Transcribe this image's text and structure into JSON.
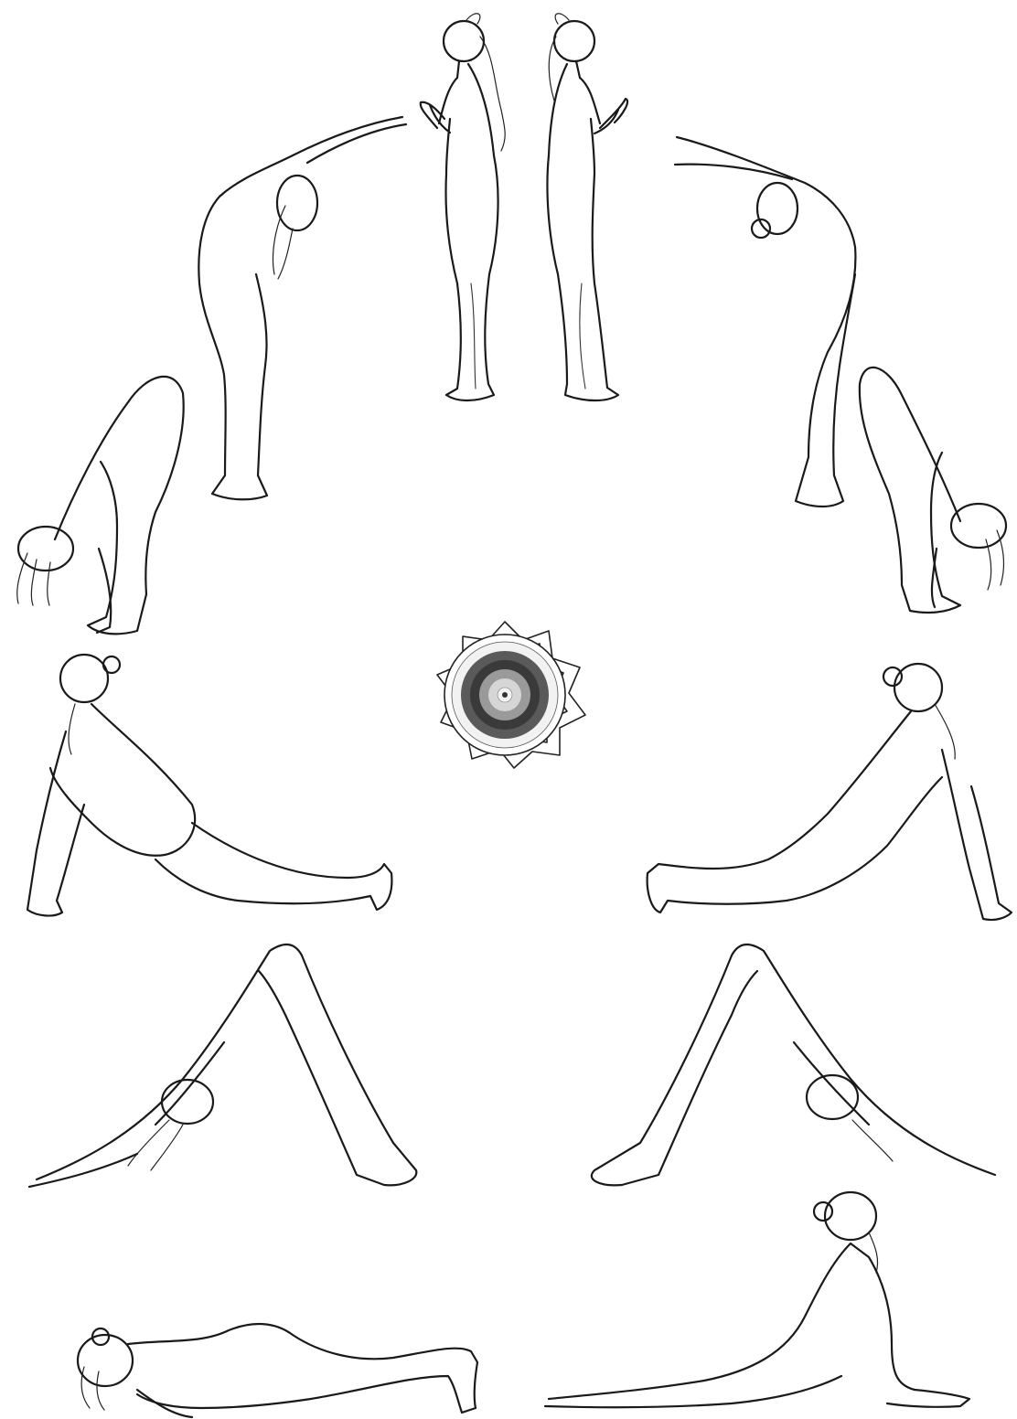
{
  "colors": {
    "background": "#ffffff",
    "ink": "#1a1a1a",
    "mandala_dark": "#3a3a3a",
    "mandala_mid": "#8a8a8a",
    "mandala_light": "#d6d6d6"
  },
  "poses": [
    {
      "id": "standing-prayer-left",
      "icon": "standing-prayer-figure"
    },
    {
      "id": "standing-prayer-right",
      "icon": "standing-prayer-figure"
    },
    {
      "id": "raised-arms-backbend-left",
      "icon": "backbend-figure"
    },
    {
      "id": "raised-arms-backbend-right",
      "icon": "backbend-figure"
    },
    {
      "id": "forward-fold-left",
      "icon": "forward-fold-figure"
    },
    {
      "id": "forward-fold-right",
      "icon": "forward-fold-figure"
    },
    {
      "id": "low-lunge-left",
      "icon": "lunge-figure"
    },
    {
      "id": "low-lunge-right",
      "icon": "lunge-figure"
    },
    {
      "id": "downward-dog-left",
      "icon": "downward-dog-figure"
    },
    {
      "id": "downward-dog-right",
      "icon": "downward-dog-figure"
    },
    {
      "id": "eight-limbed-pose",
      "icon": "knees-chest-chin-figure"
    },
    {
      "id": "cobra-pose",
      "icon": "cobra-figure"
    }
  ],
  "center": {
    "icon": "lotus-mandala"
  }
}
